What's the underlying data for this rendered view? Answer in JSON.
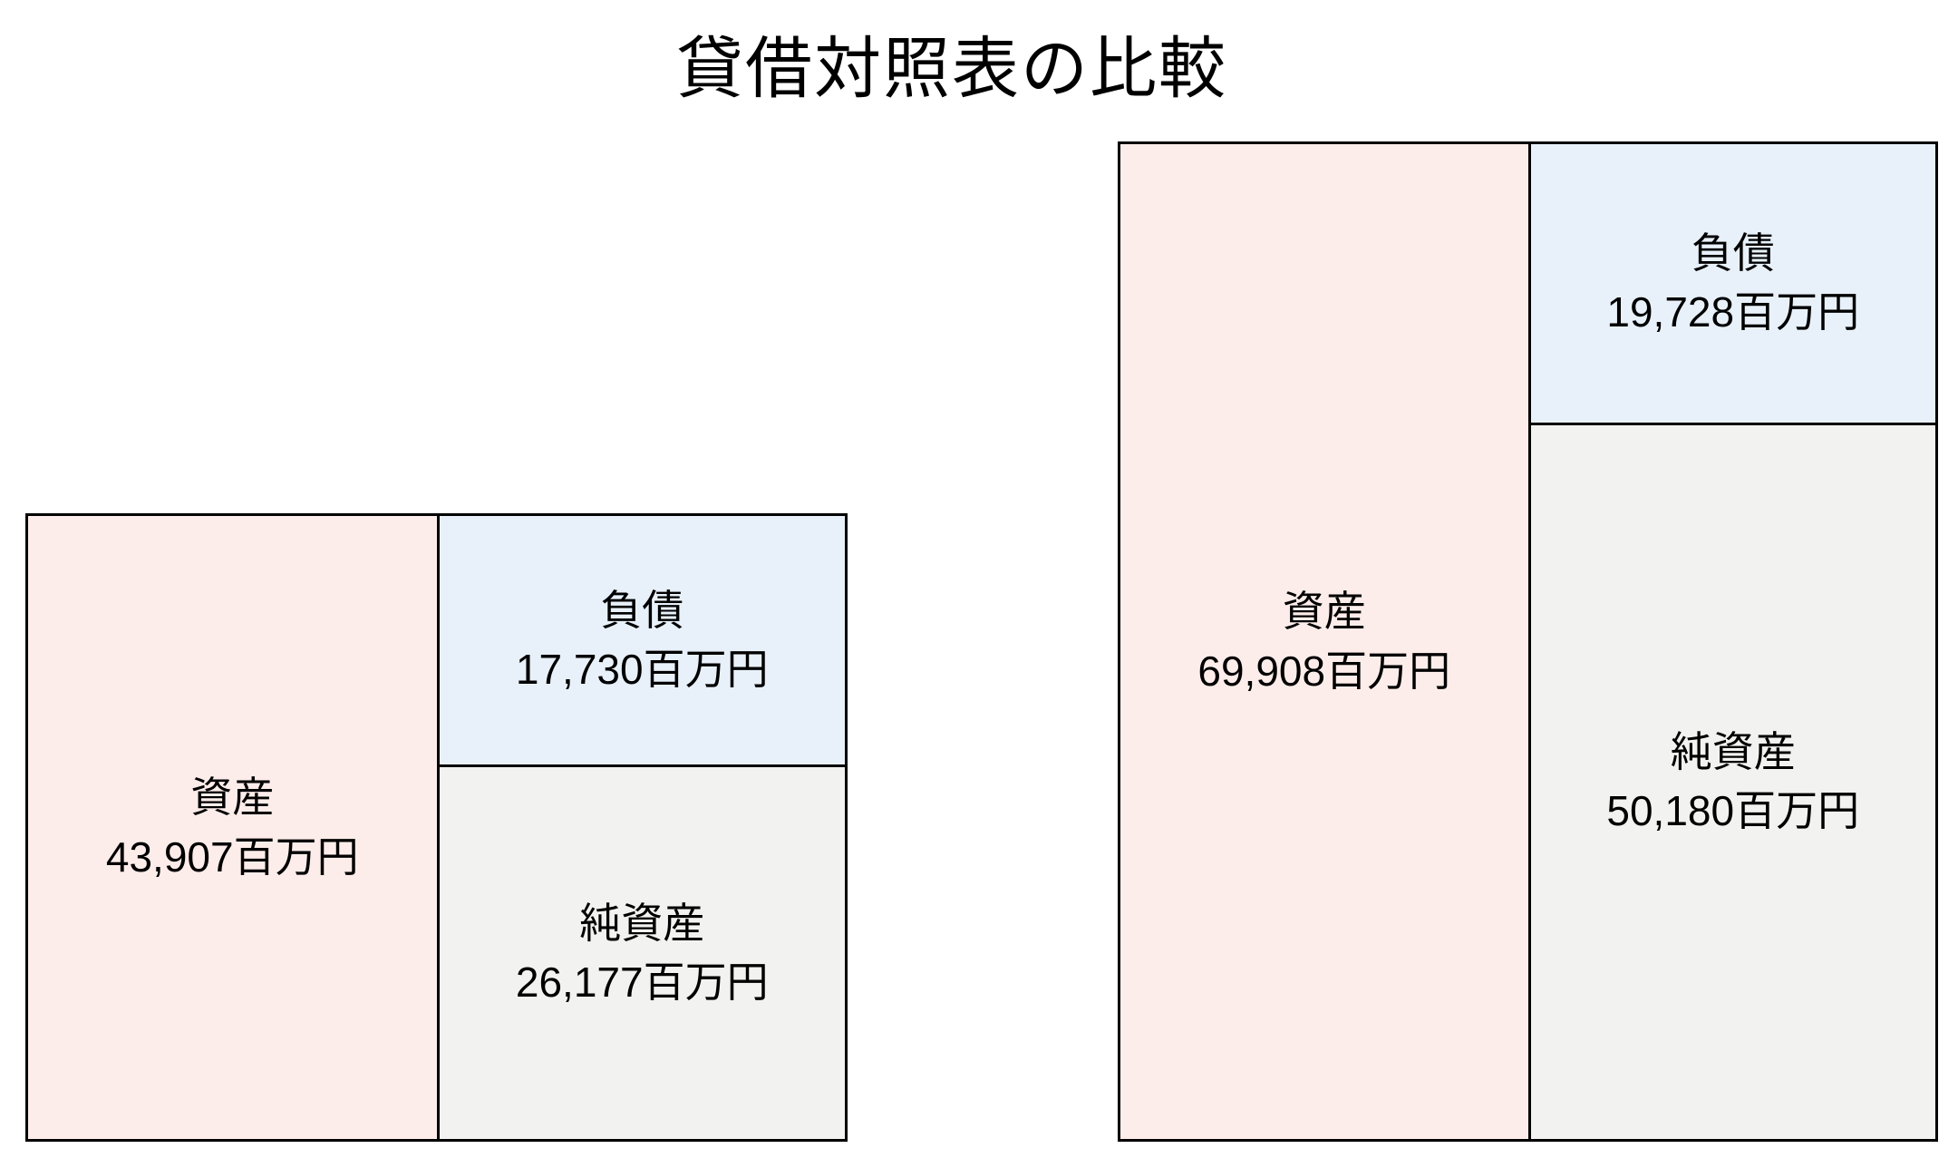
{
  "title": "貸借対照表の比較",
  "colors": {
    "assets_fill": "#fdedea",
    "liabilities_fill": "#e8f1fa",
    "net_assets_fill": "#f2f2f0",
    "border": "#000000",
    "text": "#000000",
    "background": "#ffffff"
  },
  "chart_data": {
    "type": "bar",
    "variant": "balance-sheet-box-comparison",
    "title": "貸借対照表の比較",
    "unit": "百万円",
    "value_encoding": "box height proportional to amount; both balance sheets share the same vertical scale and are bottom-aligned",
    "legend": "none",
    "series": [
      {
        "name": "資産",
        "values": [
          43907,
          69908
        ]
      },
      {
        "name": "負債",
        "values": [
          17730,
          19728
        ]
      },
      {
        "name": "純資産",
        "values": [
          26177,
          50180
        ]
      }
    ],
    "sheets": [
      {
        "assets": {
          "label": "資産",
          "value": 43907,
          "amount": "43,907百万円"
        },
        "liabilities": {
          "label": "負債",
          "value": 17730,
          "amount": "17,730百万円"
        },
        "net_assets": {
          "label": "純資産",
          "value": 26177,
          "amount": "26,177百万円"
        }
      },
      {
        "assets": {
          "label": "資産",
          "value": 69908,
          "amount": "69,908百万円"
        },
        "liabilities": {
          "label": "負債",
          "value": 19728,
          "amount": "19,728百万円"
        },
        "net_assets": {
          "label": "純資産",
          "value": 50180,
          "amount": "50,180百万円"
        }
      }
    ]
  }
}
